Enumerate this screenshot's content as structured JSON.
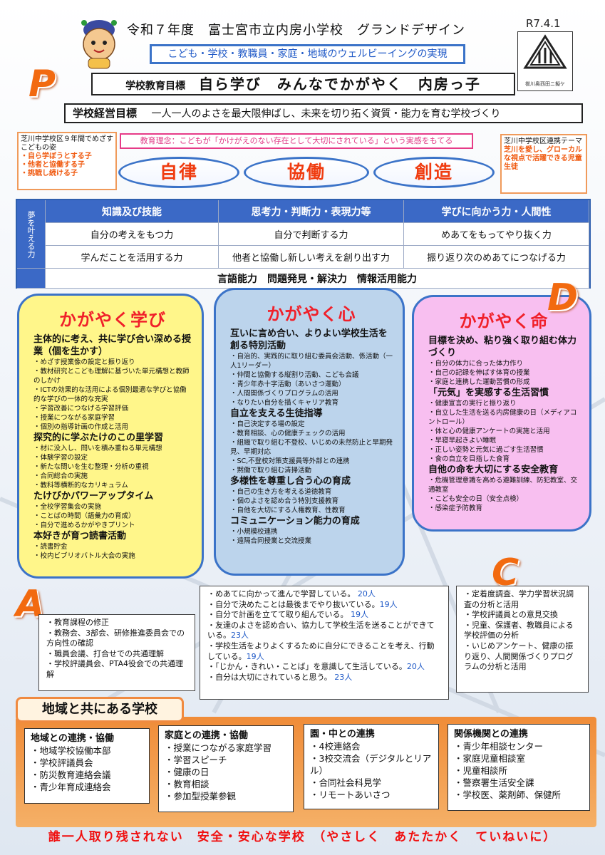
{
  "header": {
    "title": "令和７年度　富士宮市立内房小学校　グランドデザイン",
    "date": "R7.4.1",
    "wellbeing": "こども・学校・教職員・家庭・地域のウェルビーイングの実現",
    "school_goal_label": "学校教育目標",
    "school_goal": "自ら学び　みんなでかがやく　内房っ子",
    "mgmt_label": "学校経営目標",
    "mgmt_text": "一人一人のよさを最大限伸ばし、未来を切り拓く資質・能力を育む学校づくり"
  },
  "pdca": {
    "p": "P",
    "d": "D",
    "a": "A",
    "c": "C"
  },
  "emblem": {
    "caption": "祓川奥西田ニ擬ケ"
  },
  "left_box": {
    "title": "芝川中学校区９年間でめざすこどもの姿",
    "items": [
      "・自ら学ぼうとする子",
      "・他者と協働する子",
      "・挑戦し続ける子"
    ]
  },
  "right_box": {
    "title": "芝川中学校区連携テーマ",
    "theme": "芝川を愛し、グローカルな視点で活躍できる児童生徒"
  },
  "philosophy": "教育理念：こどもが「かけがえのない存在として大切にされている」という実感をもてる",
  "values": [
    "自律",
    "協働",
    "創造"
  ],
  "table": {
    "side": "夢を叶える力",
    "headers": [
      "知識及び技能",
      "思考力・判断力・表現力等",
      "学びに向かう力・人間性"
    ],
    "row1": [
      "自分の考えをもつ力",
      "自分で判断する力",
      "めあてをもってやり抜く力"
    ],
    "row2": [
      "学んだことを活用する力",
      "他者と協働し新しい考えを創り出す力",
      "振り返り次のめあてにつなげる力"
    ],
    "bottom": "言語能力　問題発見・解決力　情報活用能力"
  },
  "learn": {
    "title": "かがやく学び",
    "sections": [
      {
        "head": "主体的に考え、共に学び合い深める授業（個を生かす）",
        "items": [
          "・めざす授業像の設定と振り返り",
          "・教材研究とこども理解に基づいた単元構想と教師のしかけ",
          "・ICTの効果的な活用による個別最適な学びと協働的な学びの一体的な充実",
          "・学習改善につなげる学習評価",
          "・授業につながる家庭学習",
          "・個別の指導計画の作成と活用"
        ]
      },
      {
        "head": "探究的に学ぶたけのこの里学習",
        "items": [
          "・材に没入し、問いを積み重ねる単元構想",
          "・体験学習の設定",
          "・新たな問いを生む整理・分析の重視",
          "・合同総合の実施",
          "・教科等横断的なカリキュラム"
        ]
      },
      {
        "head": "たけびかパワーアップタイム",
        "items": [
          "・全校学習集会の実施",
          "・ことばの時間（語彙力の育成）",
          "・自分で進めるかがやきプリント"
        ]
      },
      {
        "head": "本好きが育つ読書活動",
        "items": [
          "・読書貯金",
          "・校内ビブリオバトル大会の実施"
        ]
      }
    ]
  },
  "heart": {
    "title": "かがやく心",
    "sections": [
      {
        "head": "互いに言め合い、よりよい学校生活を創る特別活動",
        "items": [
          "・自治的、実践的に取り組む委員会活動、係活動（一人1リーダー）",
          "・仲間と協働する縦割り活動、こども会議",
          "・青少年赤十字活動（あいさつ運動）",
          "・人間関係づくりプログラムの活用",
          "・なりたい自分を描くキャリア教育"
        ]
      },
      {
        "head": "自立を支える生徒指導",
        "items": [
          "・自己決定する場の設定",
          "・教育相談、心の健康チェックの活用",
          "・組織で取り組む不登校、いじめの未然防止と早期発見、早期対応",
          "・SC,不登校対策支援員等外部との連携",
          "・黙働で取り組む清掃活動"
        ]
      },
      {
        "head": "多様性を尊重し合う心の育成",
        "items": [
          "・自己の生き方を考える道徳教育",
          "・個のよさを認め合う特別支援教育",
          "・自他を大切にする人権教育、性教育"
        ]
      },
      {
        "head": "コミュニケーション能力の育成",
        "items": [
          "・小規模校連携",
          "・遠隔合同授業と交流授業"
        ]
      }
    ]
  },
  "life": {
    "title": "かがやく命",
    "sections": [
      {
        "head": "目標を決め、粘り強く取り組む体力づくり",
        "items": [
          "・自分の体力に合った体力作り",
          "・自己の記録を伸ばす体育の授業",
          "・家庭と連携した運動習慣の形成"
        ]
      },
      {
        "head": "「元気」を実感する生活習慣",
        "items": [
          "・健康宣言の実行と振り返り",
          "・自立した生活を送る内房健康の日（メディアコントロール）",
          "・体と心の健康アンケートの実施と活用",
          "・早寝早起きよい睡眠",
          "・正しい姿勢と元気に過ごす生活習慣",
          "・食の自立を目指した食育"
        ]
      },
      {
        "head": "自他の命を大切にする安全教育",
        "items": [
          "・危機管理意識を高める避難訓練、防犯教室、交通教室",
          "・こども安全の日（安全点検）",
          "・感染症予防教育"
        ]
      }
    ]
  },
  "a_box": {
    "items": [
      "・教育課程の修正",
      "・教務会、3部会、研修推進委員会での方向性の確認",
      "・職員会議、打合せでの共通理解",
      "・学校評議員会、PTA4役会での共通理解"
    ]
  },
  "center_box": {
    "items": [
      {
        "text": "・めあてに向かって進んで学習している。",
        "count": "20人"
      },
      {
        "text": "・自分で決めたことは最後までやり抜いている。",
        "count": "19人"
      },
      {
        "text": "・自分で計画を立てて取り組んでいる。",
        "count": "19人"
      },
      {
        "text": "・友達のよさを認め合い、協力して学校生活を送ることができている。",
        "count": "23人"
      },
      {
        "text": "・学校生活をよりよくするために自分にできることを考え、行動している。",
        "count": "19人"
      },
      {
        "text": "・「じかん・きれい・ことば」を意識して生活している。",
        "count": "20人"
      },
      {
        "text": "・自分は大切にされていると思う。",
        "count": "23人"
      }
    ]
  },
  "c_box": {
    "items": [
      "・定着度調査、学力学習状況調査の分析と活用",
      "・学校評議員との意見交換",
      "・児童、保護者、教職員による学校評価の分析",
      "・いじめアンケート、健康の振り返り、人間関係づくりプログラムの分析と活用"
    ]
  },
  "region": {
    "label": "地域と共にある学校",
    "boxes": [
      {
        "title": "地域との連携・協働",
        "items": [
          "・地域学校協働本部",
          "・学校評議員会",
          "・防災教育連絡会議",
          "・青少年育成連絡会"
        ]
      },
      {
        "title": "家庭との連携・協働",
        "items": [
          "・授業につながる家庭学習",
          "・学習スピーチ",
          "・健康の日",
          "・教育相談",
          "・参加型授業参観"
        ]
      },
      {
        "title": "園・中との連携",
        "items": [
          "・4校連絡会",
          "・3校交流会（デジタルとリアル）",
          "・合同社会科見学",
          "・リモートあいさつ"
        ]
      },
      {
        "title": "関係機関との連携",
        "items": [
          "・青少年相談センター",
          "・家庭児童相談室",
          "・児童相談所",
          "・警察署生活安全課",
          "・学校医、薬剤師、保健所"
        ]
      }
    ]
  },
  "footer": "誰一人取り残されない　安全・安心な学校　（やさしく　あたたかく　ていねいに）",
  "colors": {
    "learn_bg": "#fff68a",
    "heart_bg": "#bcd4ec",
    "life_bg": "#f8bff0",
    "accent": "#f26a10",
    "title_red": "#f0202a",
    "blue": "#3b69c6"
  }
}
